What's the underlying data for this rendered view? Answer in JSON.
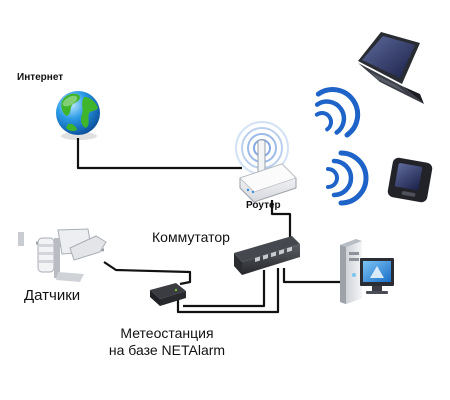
{
  "labels": {
    "internet": "Интернет",
    "router": "Роутер",
    "switch": "Коммутатор",
    "sensors": "Датчики",
    "station_line1": "Метеостанция",
    "station_line2": "на базе NETAlarm"
  },
  "colors": {
    "cable": "#111111",
    "wifi": "#1e63c8",
    "globe_sea": "#1d8fdc",
    "globe_land": "#3fb52b"
  },
  "icons": [
    "globe-icon",
    "router-icon",
    "switch-icon",
    "laptop-icon",
    "pda-icon",
    "desktop-pc-icon",
    "weather-sensor-icon",
    "weather-station-box-icon"
  ]
}
